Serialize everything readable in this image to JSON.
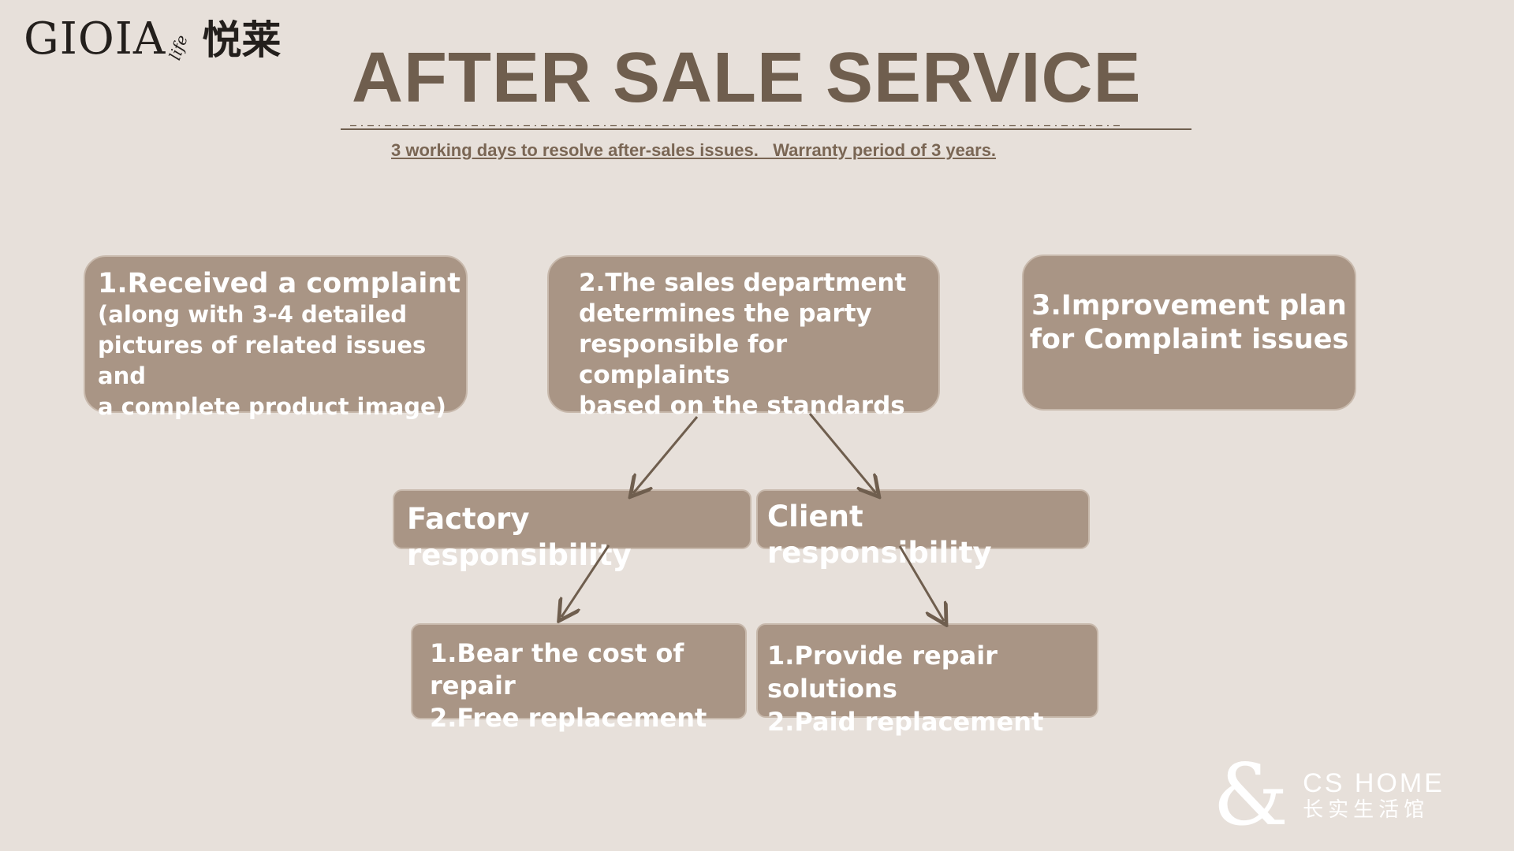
{
  "brand": {
    "logo_main": "GIOIA",
    "logo_life": "life",
    "logo_cn": "悦莱"
  },
  "header": {
    "title": "AFTER SALE SERVICE",
    "subtitle": "3 working days to resolve after-sales issues.   Warranty period of 3 years."
  },
  "steps": {
    "step1_head": "1.Received a complaint",
    "step1_body": "(along with 3-4 detailed\npictures of related issues and\na complete product image)",
    "step2": "2.The sales department\ndetermines the party\nresponsible for complaints\nbased on the standards",
    "step3": "3.Improvement plan\nfor Complaint issues"
  },
  "branches": {
    "factory_label": "Factory responsibility",
    "client_label": "Client responsibility",
    "factory_outcome": "1.Bear the cost of repair\n2.Free replacement",
    "client_outcome": "1.Provide repair solutions\n2.Paid replacement"
  },
  "footer_brand": {
    "symbol": "&",
    "name": "CS HOME",
    "cn": "长实生活馆"
  },
  "colors": {
    "background": "#e7e0da",
    "box_fill": "#a99585",
    "title": "#6f5e4e",
    "arrow": "#6f5e4e"
  }
}
